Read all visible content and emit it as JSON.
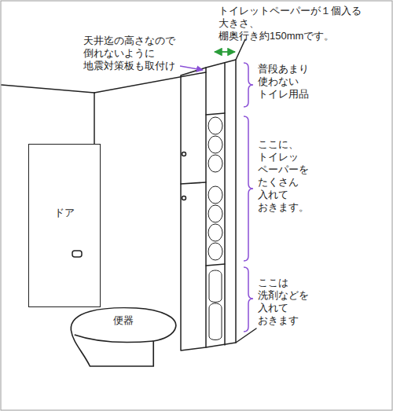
{
  "diagram": {
    "nodes": [
      {
        "text": [
          "ドア"
        ]
      },
      {
        "text": [
          "便器"
        ]
      }
    ],
    "labels": [
      "トイレットペーパーが１個入る 大きさ、棚奥行き約150mmです。",
      "天井迄の高さなので 倒れないように 地震対策板も取付け",
      "普段あまり 使わない トイレ用品",
      "ここに、 トイレッ ペーパーを たくさん 入れて おきます。",
      "ここは 洗剤などを 入れて おきます"
    ]
  }
}
